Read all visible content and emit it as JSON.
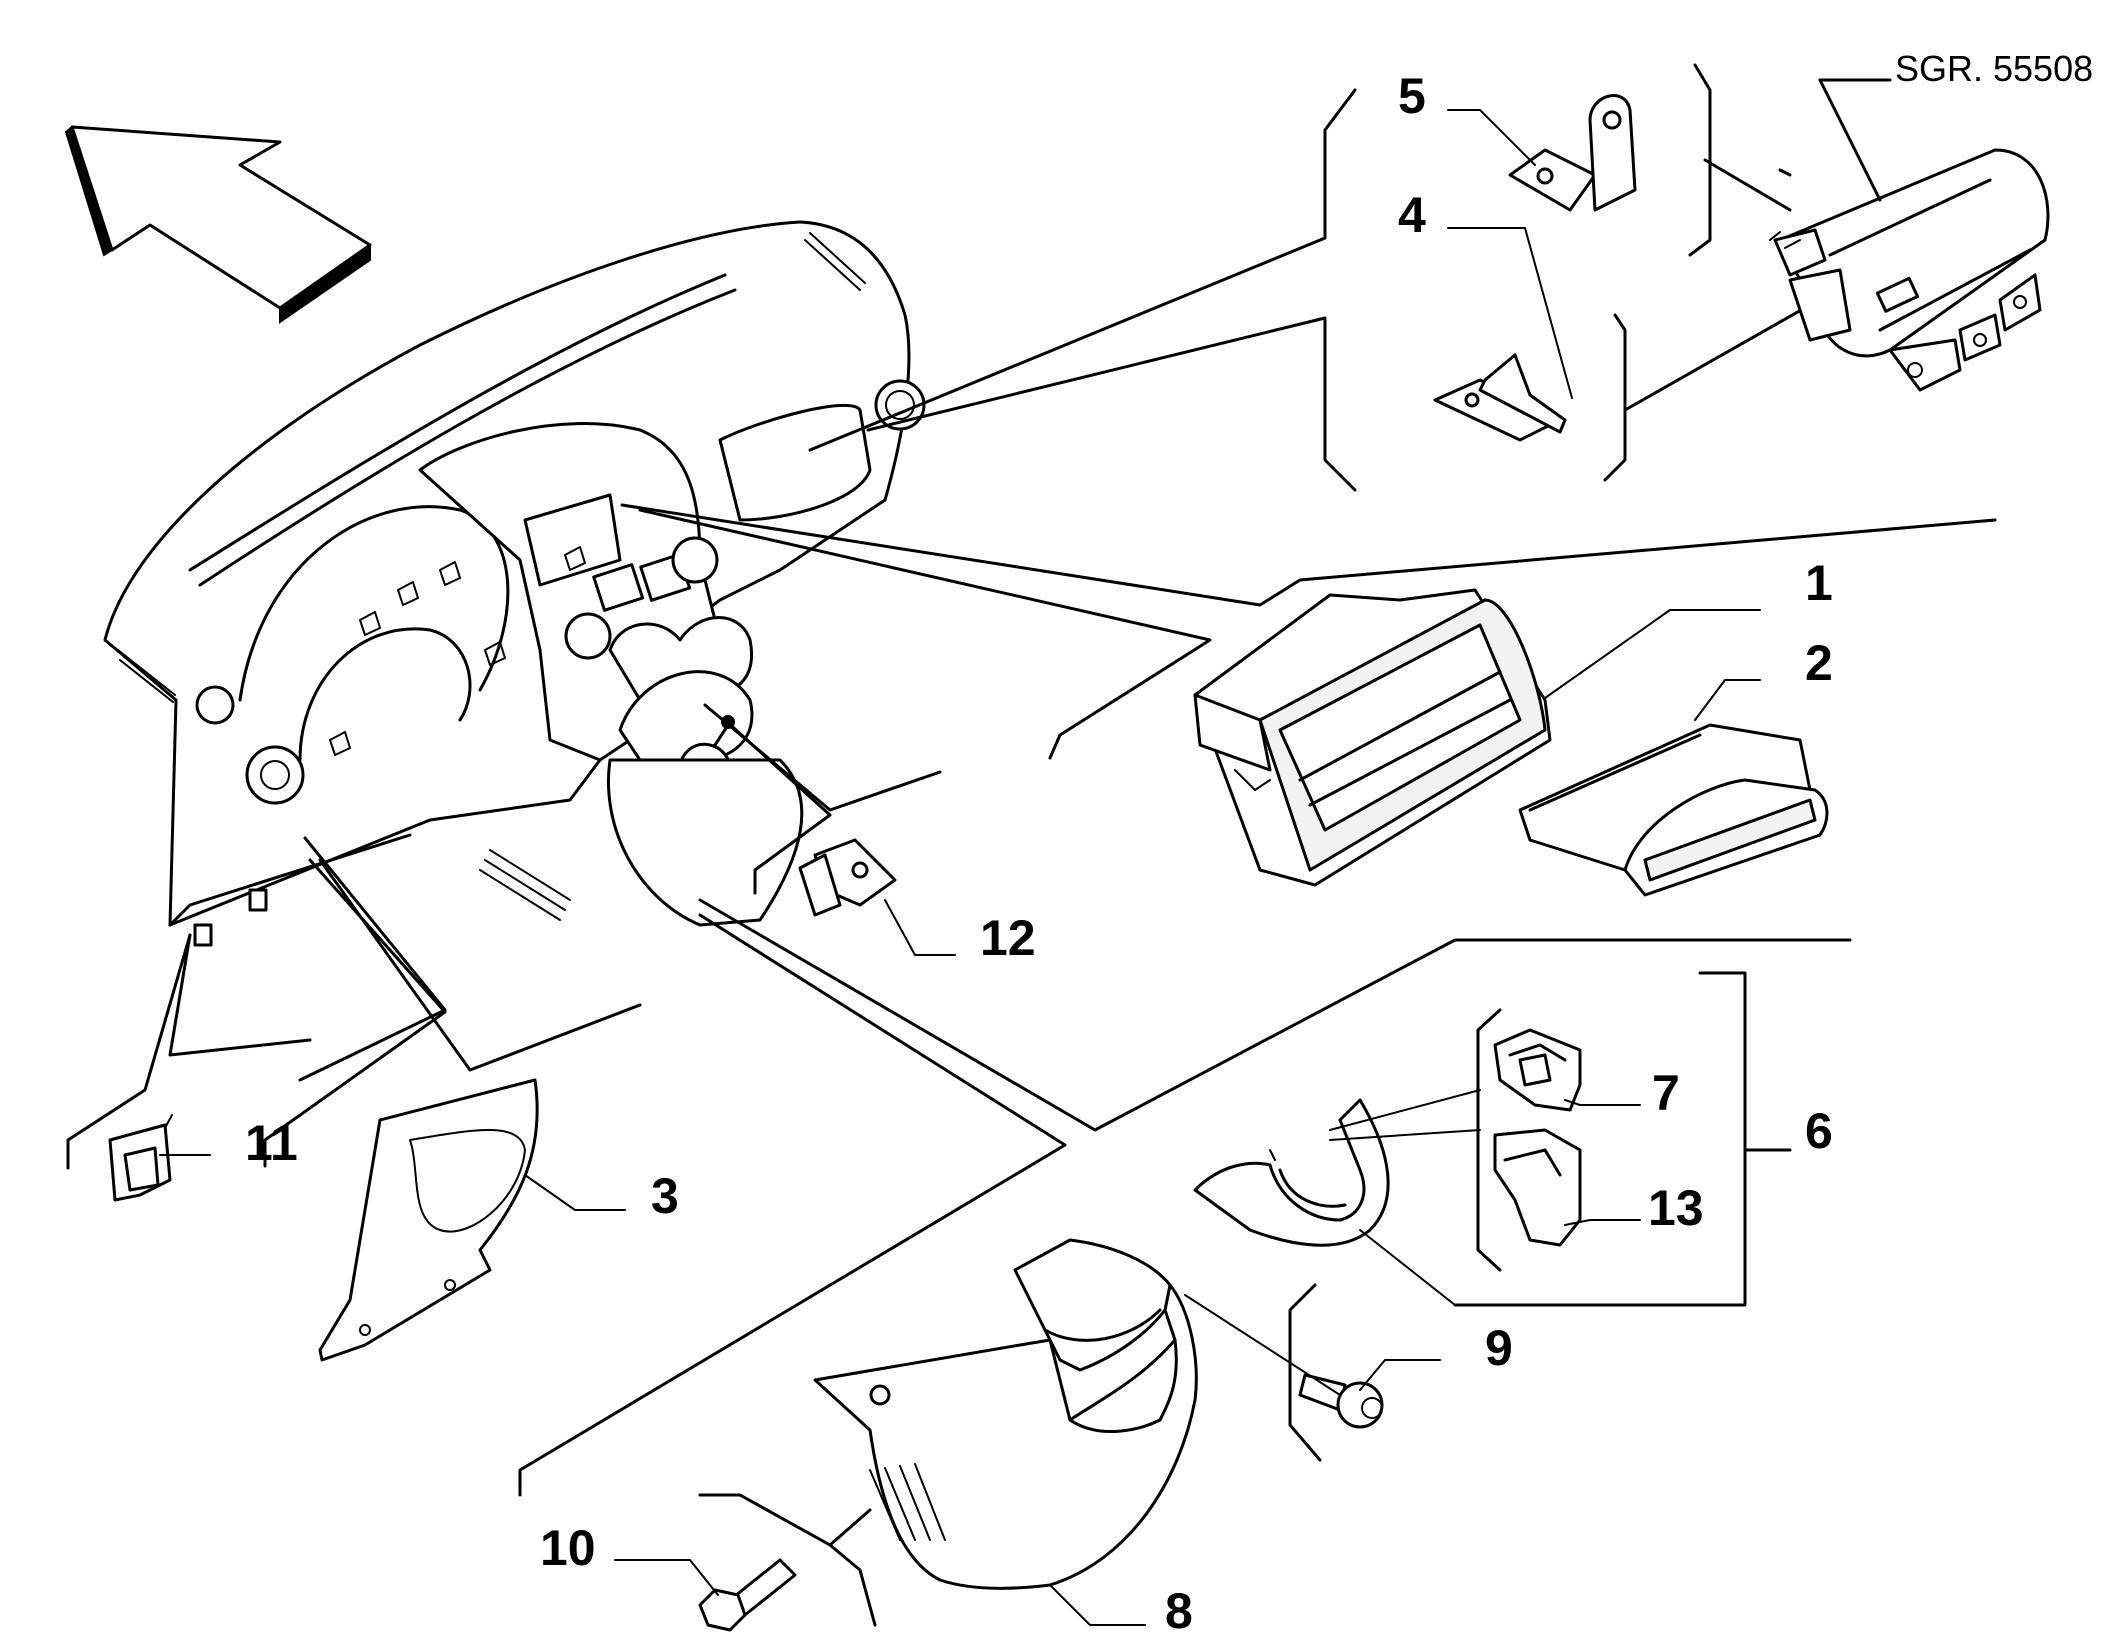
{
  "reference": "SGR. 55508",
  "callouts": {
    "c1": "1",
    "c2": "2",
    "c3": "3",
    "c4": "4",
    "c5": "5",
    "c6": "6",
    "c7": "7",
    "c8": "8",
    "c9": "9",
    "c10": "10",
    "c11": "11",
    "c12": "12",
    "c13": "13"
  },
  "colors": {
    "line": "#000000",
    "background": "#ffffff"
  }
}
